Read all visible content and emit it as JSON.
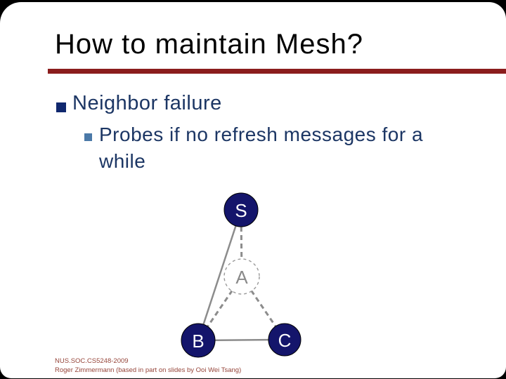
{
  "slide": {
    "title": "How to maintain Mesh?",
    "bullets": {
      "level1": "Neighbor failure",
      "level2": "Probes if no refresh messages for a while"
    },
    "footer": {
      "line1": "NUS.SOC.CS5248-2009",
      "line2": "Roger Zimmermann (based in part on slides by Ooi Wei Tsang)"
    }
  },
  "diagram": {
    "nodes": {
      "s": {
        "label": "S",
        "state": "alive"
      },
      "a": {
        "label": "A",
        "state": "failed"
      },
      "b": {
        "label": "B",
        "state": "alive"
      },
      "c": {
        "label": "C",
        "state": "alive"
      }
    },
    "edges": [
      {
        "from": "S",
        "to": "B",
        "style": "solid"
      },
      {
        "from": "B",
        "to": "C",
        "style": "solid"
      },
      {
        "from": "S",
        "to": "A",
        "style": "dashed"
      },
      {
        "from": "A",
        "to": "B",
        "style": "dashed"
      },
      {
        "from": "A",
        "to": "C",
        "style": "dashed"
      }
    ]
  },
  "colors": {
    "title_rule": "#8B1D1D",
    "bullet1_marker": "#10286E",
    "bullet2_marker": "#4B79A8",
    "body_text": "#1C3664",
    "node_fill": "#14156B",
    "node_label": "#FFFFFF",
    "failed_node_label": "#8A8A8A",
    "edge_gray": "#8C8C8C",
    "footer_text": "#96453A"
  }
}
